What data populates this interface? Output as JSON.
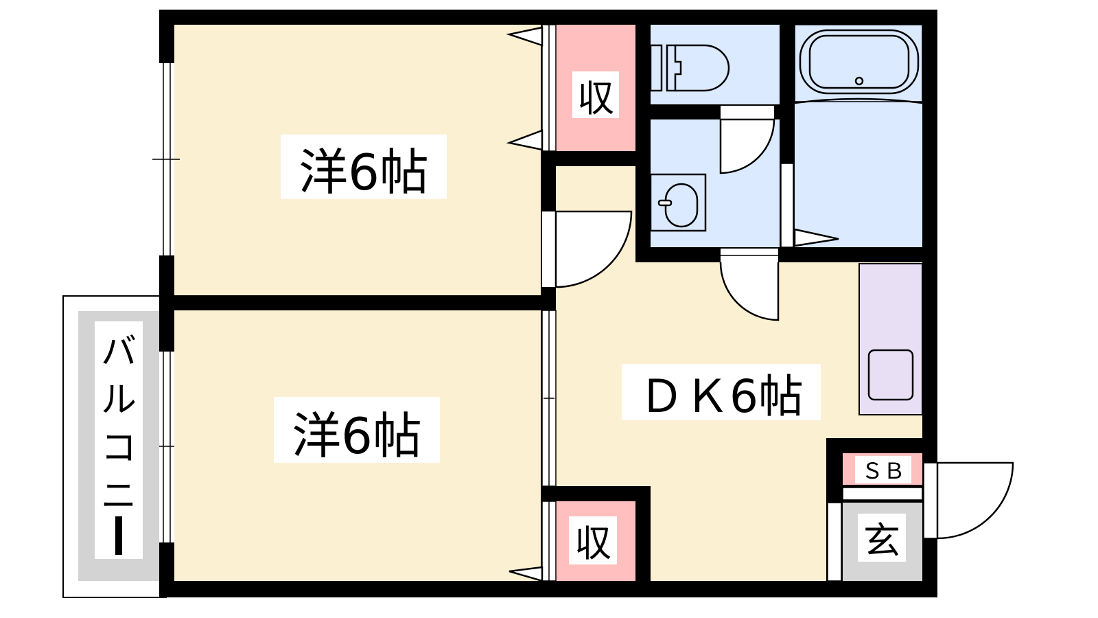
{
  "floor_plan": {
    "rooms": {
      "western_room_1": "洋6帖",
      "western_room_2": "洋6帖",
      "dining_kitchen": "ＤＫ6帖",
      "closet_1": "収",
      "closet_2": "収",
      "shoe_box": "ＳＢ",
      "entrance": "玄",
      "balcony": [
        "バ",
        "ル",
        "コ",
        "ニ",
        "ー"
      ]
    },
    "colors": {
      "wall": "#000000",
      "room": "#fcf0d2",
      "closet": "#ffbfbf",
      "wet_area": "#dbeafe",
      "kitchen": "#e8dff5",
      "balcony": "#d3d3d3",
      "entrance": "#d6d6d6"
    }
  }
}
